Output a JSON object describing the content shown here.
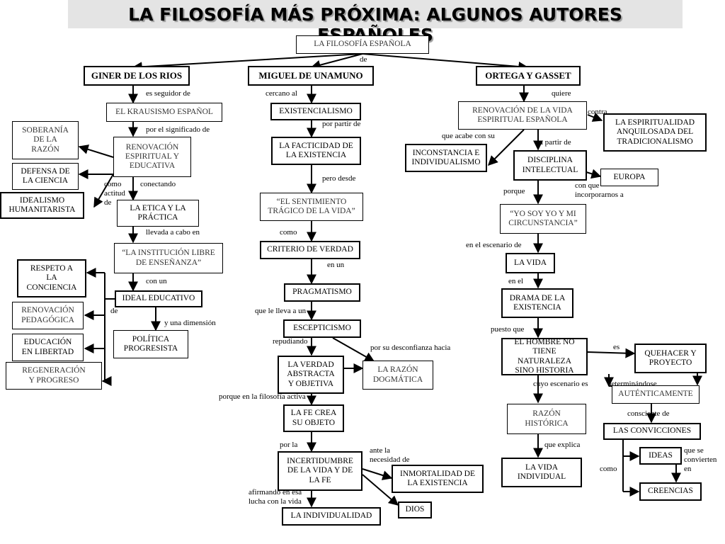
{
  "title": "LA FILOSOFÍA MÁS PRÓXIMA: ALGUNOS AUTORES ESPAÑOLES",
  "nodes": {
    "root": "LA FILOSOFÍA ESPAÑOLA",
    "giner": "GINER DE LOS RIOS",
    "unamuno": "MIGUEL DE UNAMUNO",
    "ortega": "ORTEGA Y GASSET",
    "krausismo": "EL KRAUSISMO ESPAÑOL",
    "soberania": "SOBERANÍA\nDE LA\nRAZÓN",
    "defensa": "DEFENSA DE\nLA CIENCIA",
    "idealismo": "IDEALISMO\nHUMANITARISTA",
    "renovacion_espiritual": "RENOVACIÓN\nESPIRITUAL Y\nEDUCATIVA",
    "etica": "LA ETICA Y LA\nPRÁCTICA",
    "institucion": "“LA INSTITUCIÓN LIBRE\nDE ENSEÑANZA”",
    "respeto": "RESPETO A\nLA\nCONCIENCIA",
    "renovacion_pedagogica": "RENOVACIÓN\nPEDAGÓGICA",
    "educacion": "EDUCACIÓN\nEN LIBERTAD",
    "regeneracion": "REGENERACIÓN\nY PROGRESO",
    "ideal_educativo": "IDEAL EDUCATIVO",
    "politica": "POLÍTICA\nPROGRESISTA",
    "existencialismo": "EXISTENCIALISMO",
    "facticidad": "LA FACTICIDAD DE\nLA EXISTENCIA",
    "sentimiento": "“EL SENTIMIENTO\nTRÁGICO DE LA VIDA”",
    "criterio": "CRITERIO DE VERDAD",
    "pragmatismo": "PRAGMATISMO",
    "escepticismo": "ESCEPTICISMO",
    "verdad": "LA VERDAD\nABSTRACTA\nY OBJETIVA",
    "razon_dogmatica": "LA RAZÓN\nDOGMÁTICA",
    "fe_crea": "LA FE CREA\nSU OBJETO",
    "incertidumbre": "INCERTIDUMBRE\nDE LA VIDA Y DE\nLA FE",
    "inmortalidad": "INMORTALIDAD DE\nLA EXISTENCIA",
    "dios": "DIOS",
    "individualidad": "LA INDIVIDUALIDAD",
    "renovacion_vida": "RENOVACIÓN DE LA VIDA\nESPIRITUAL ESPAÑOLA",
    "espiritualidad": "LA ESPIRITUALIDAD\nANQUILOSADA DEL\nTRADICIONALISMO",
    "inconstancia": "INCONSTANCIA E\nINDIVIDUALISMO",
    "disciplina": "DISCIPLINA\nINTELECTUAL",
    "europa": "EUROPA",
    "yo_soy": "“YO SOY YO Y MI\nCIRCUNSTANCIA”",
    "la_vida": "LA VIDA",
    "drama": "DRAMA DE LA\nEXISTENCIA",
    "hombre": "EL HOMBRE NO\nTIENE NATURALEZA\nSINO HISTORIA",
    "quehacer": "QUEHACER Y\nPROYECTO",
    "autenticamente": "AUTÉNTICAMENTE",
    "razon_historica": "RAZÓN\nHISTÓRICA",
    "convicciones": "LAS CONVICCIONES",
    "ideas": "IDEAS",
    "creencias": "CREENCIAS",
    "vida_individual": "LA VIDA\nINDIVIDUAL"
  },
  "links": {
    "de": "de",
    "es_seguidor_de": "es seguidor de",
    "cercano_al": "cercano al",
    "quiere": "quiere",
    "por_el_significado_de": "por el significado de",
    "como_actitud_de": "como\nactitud\nde",
    "conectando": "conectando",
    "llevada_a_cabo_en": "llevada a cabo en",
    "con_un": "con un",
    "de2": "de",
    "y_una_dimension": "y una dimensión",
    "por_partir_de": "por partir de",
    "pero_desde": "pero desde",
    "como": "como",
    "en_un": "en un",
    "que_le_lleva_a_un": "que le lleva a un",
    "repudiando": "repudiando",
    "por_su_desconfianza_hacia": "por su desconfianza hacia",
    "porque_en_la_filosofia_activa": "porque en la filosofía activa",
    "por_la": "por la",
    "ante_la_necesidad_de": "ante la\nnecesidad de",
    "afirmando": "afirmando en esa\nlucha con la vida",
    "contra": "contra",
    "que_acabe_con_su": "que acabe con su",
    "a_partir_de": "a partir de",
    "con_que_incorporarnos_a": "con que\nincorporarnos a",
    "porque": "porque",
    "en_el_escenario_de": "en el escenario de",
    "en_el": "en el",
    "puesto_que": "puesto que",
    "es": "es",
    "cuyo_escenario_es": "cuyo escenario es",
    "determinandose": "determinándose",
    "consciente_de": "consciente de",
    "que_explica": "que explica",
    "que_se_convierten_en": "que se\nconvierten\nen",
    "como2": "como"
  }
}
